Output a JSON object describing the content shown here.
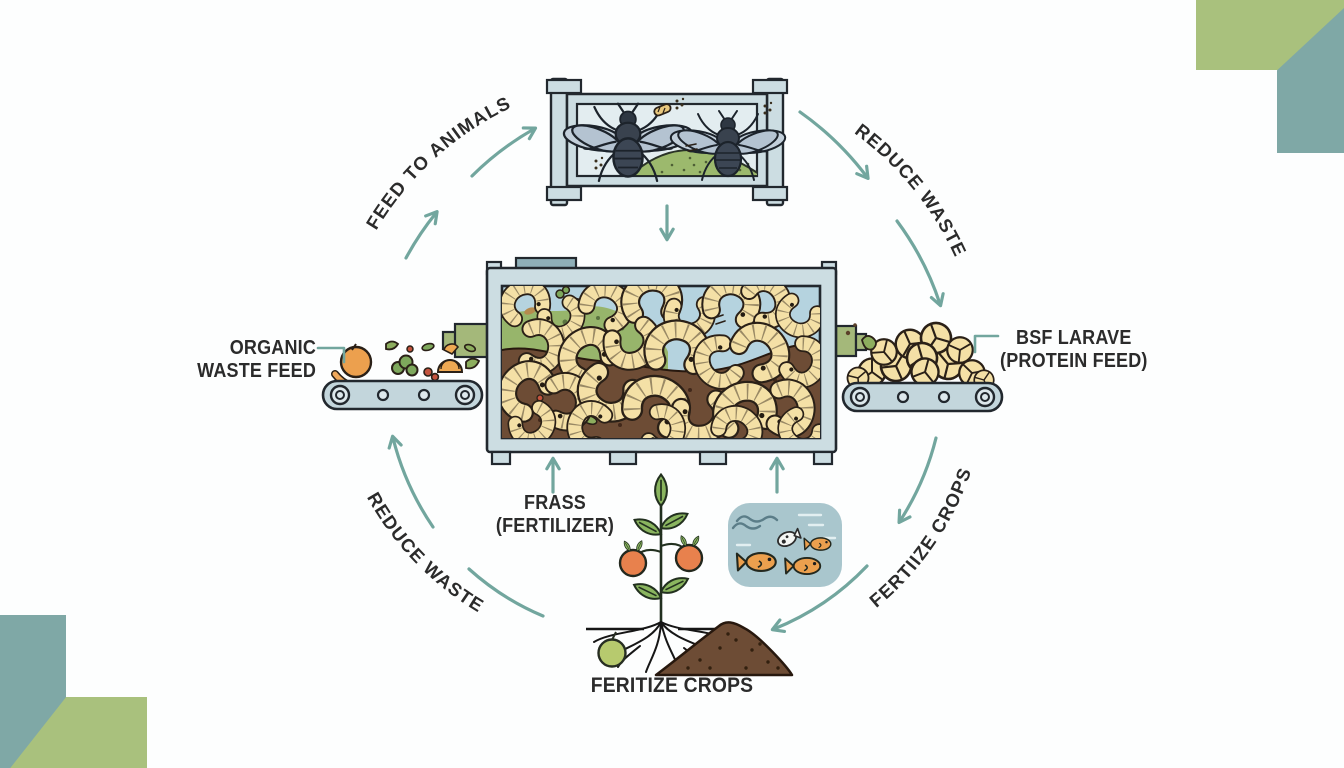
{
  "diagram": {
    "name": "black-soldier-fly-composting-cycle",
    "arc_labels": {
      "feed_to_animals": "FEED TO ANIMALS",
      "reduce_waste_top": "REDUCE WASTE",
      "fertilize_crops": "FERTIIZE CROPS",
      "reduce_waste_bottom": "REDUCE WASTE"
    },
    "node_labels": {
      "organic_line1": "ORGANIC",
      "organic_line2": "WASTE FEED",
      "bsf_line1": "BSF LARAVE",
      "bsf_line2": "(PROTEIN FEED)",
      "frass_line1": "FRASS",
      "frass_line2": "(FERTILIZER)",
      "fertilize_crops": "FERITIZE CROPS"
    },
    "icons": {
      "fly": "black-soldier-fly-icon",
      "larva": "larva-icon",
      "larvae_pile": "larvae-pile-icon",
      "conveyor": "conveyor-belt-icon",
      "food_scraps": "food-scraps-icon",
      "plant": "crop-plant-icon",
      "soil_pile": "soil-pile-icon",
      "fish_tank": "fish-tank-icon"
    },
    "colors": {
      "accent_teal": "#72a69e",
      "corner_green": "#a9c17d",
      "corner_teal": "#7fa8a6",
      "text_dark": "#2b2b2b",
      "bin_frame": "#ccdde2",
      "bin_interior_blue": "#b5d3df",
      "compost_green": "#97b56b",
      "soil_brown": "#6d4c35",
      "larva_cream": "#f4e0a6",
      "fish_orange": "#eca04e",
      "tank_blue": "#a9c6cd",
      "leaf_green": "#8ab55f",
      "fruit_orange": "#e8814d"
    }
  }
}
